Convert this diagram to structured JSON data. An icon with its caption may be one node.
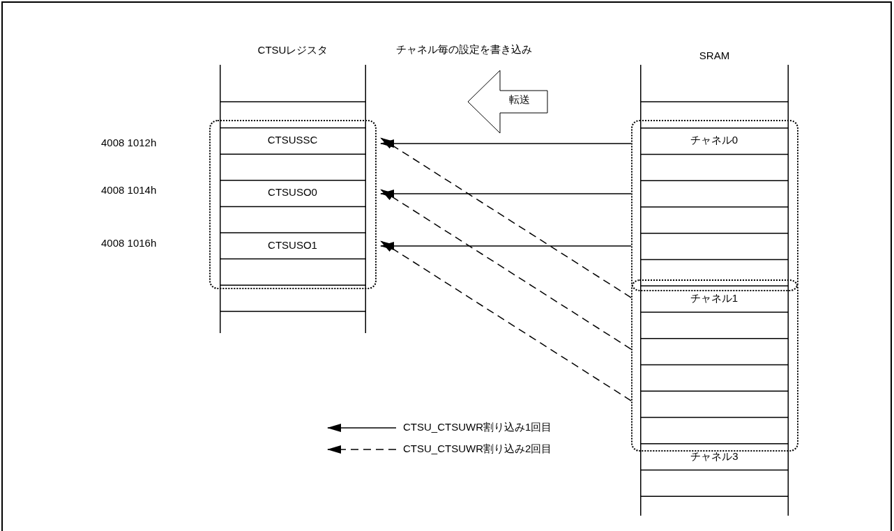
{
  "diagram": {
    "nodes": [
      {
        "text": [
          "CTSUレジスタ"
        ]
      },
      {
        "text": [],
        "shape": "box"
      },
      {
        "text": [
          "CTSUSSC"
        ],
        "in": 1
      },
      {
        "text": [
          "CTSUSO0"
        ],
        "in": 1
      },
      {
        "text": [
          "CTSUSO1"
        ],
        "in": 1
      },
      {
        "text": [
          "転送"
        ]
      },
      {
        "text": [
          "SRAM"
        ]
      },
      {
        "text": [],
        "shape": "box"
      },
      {
        "text": [
          "チャネル0"
        ],
        "in": 7
      },
      {
        "text": [],
        "shape": "box"
      },
      {
        "text": [
          "チャネル1"
        ],
        "in": 9
      },
      {
        "text": [
          "チャネル3"
        ],
        "in": 6
      }
    ],
    "edges": [
      {
        "from": 7,
        "to": 1,
        "arrow": "to"
      },
      {
        "from": 7,
        "to": 1,
        "arrow": "to"
      },
      {
        "from": 7,
        "to": 1,
        "arrow": "to"
      },
      {
        "from": 9,
        "to": 1,
        "arrow": "to",
        "style": "dashed"
      },
      {
        "from": 9,
        "to": 1,
        "arrow": "to",
        "style": "dashed"
      },
      {
        "from": 9,
        "to": 1,
        "arrow": "to",
        "style": "dashed"
      }
    ],
    "labels": [
      "チャネル毎の設定を書き込み",
      "4008 1012h",
      "4008 1014h",
      "4008 1016h"
    ],
    "legend": [
      {
        "text": "CTSU_CTSUWR割り込み1回目"
      },
      {
        "text": "CTSU_CTSUWR割り込み2回目"
      }
    ]
  }
}
